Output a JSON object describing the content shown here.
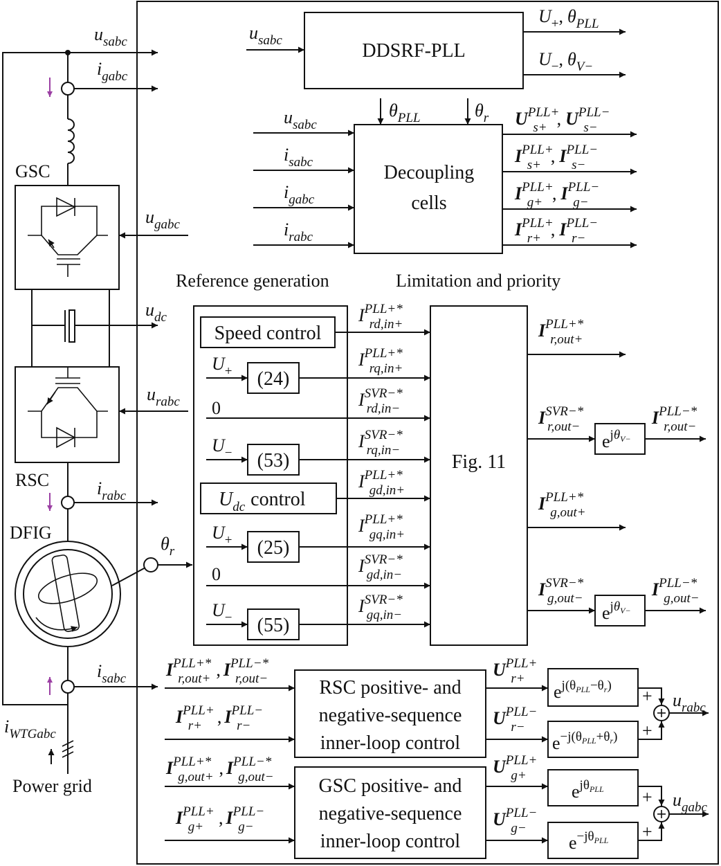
{
  "blocks": {
    "pll": "DDSRF-PLL",
    "decoupling_1": "Decoupling",
    "decoupling_2": "cells",
    "speed_control": "Speed control",
    "udc_control_var": "U",
    "udc_control_sub": "dc",
    "udc_control_word": "control",
    "eq24": "(24)",
    "eq53": "(53)",
    "eq25": "(25)",
    "eq55": "(55)",
    "fig11": "Fig. 11",
    "rsc_inner_1": "RSC positive- and",
    "rsc_inner_2": "negative-sequence",
    "rsc_inner_3": "inner-loop control",
    "gsc_inner_1": "GSC positive- and",
    "gsc_inner_2": "negative-sequence",
    "gsc_inner_3": "inner-loop control"
  },
  "section_labels": {
    "reference": "Reference generation",
    "limitation": "Limitation and priority"
  },
  "hardware": {
    "gsc": "GSC",
    "rsc": "RSC",
    "dfig": "DFIG",
    "grid": "Power grid"
  },
  "signals": {
    "u": "u",
    "i": "i",
    "U": "U",
    "I": "I",
    "theta": "θ",
    "e": "e",
    "j": "j",
    "sabc": "sabc",
    "gabc": "gabc",
    "rabc": "rabc",
    "dc": "dc",
    "wtgabc": "WTGabc",
    "r": "r",
    "pll": "PLL",
    "vminus": "V−",
    "plus": "+",
    "minus": "−",
    "comma": ",",
    "zero": "0",
    "pllp": "PLL+",
    "plln": "PLL−",
    "pllps": "PLL+*",
    "pllns": "PLL−*",
    "svrns": "SVR−*",
    "sp": "s+",
    "sn": "s−",
    "gp": "g+",
    "gn": "g−",
    "rp": "r+",
    "rn": "r−",
    "rd_inp": "rd,in+",
    "rq_inp": "rq,in+",
    "rd_inn": "rd,in−",
    "rq_inn": "rq,in−",
    "gd_inp": "gd,in+",
    "gq_inp": "gq,in+",
    "gd_inn": "gd,in−",
    "gq_inn": "gq,in−",
    "r_outp": "r,out+",
    "r_outn": "r,out−",
    "g_outp": "g,out+",
    "g_outn": "g,out−",
    "exp_rsc_p": "j(θ",
    "exp_rsc_p2": "−θ",
    "exp_rsc_n": "−j(θ",
    "exp_rsc_n2": "+θ",
    "exp_close": ")",
    "exp_gsc_p": "jθ",
    "exp_gsc_n": "−jθ"
  }
}
